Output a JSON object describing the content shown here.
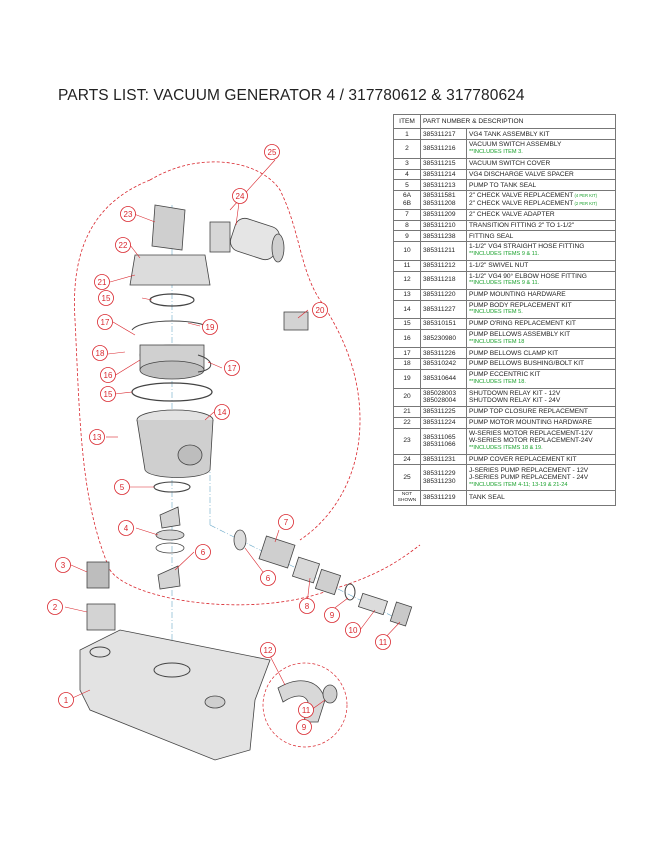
{
  "page": {
    "title": "PARTS LIST:  VACUUM GENERATOR 4 / 317780612 & 317780624"
  },
  "table": {
    "headers": {
      "item": "ITEM",
      "part": "PART NUMBER & DESCRIPTION"
    },
    "rows": [
      {
        "item": "1",
        "part_numbers": [
          "385311217"
        ],
        "descriptions": [
          "VG4 TANK ASSEMBLY KIT"
        ],
        "note": ""
      },
      {
        "item": "2",
        "part_numbers": [
          "385311216"
        ],
        "descriptions": [
          "VACUUM SWITCH ASSEMBLY"
        ],
        "note": "**INCLUDES ITEM 3."
      },
      {
        "item": "3",
        "part_numbers": [
          "385311215"
        ],
        "descriptions": [
          "VACUUM SWITCH COVER"
        ],
        "note": ""
      },
      {
        "item": "4",
        "part_numbers": [
          "385311214"
        ],
        "descriptions": [
          "VG4 DISCHARGE VALVE SPACER"
        ],
        "note": ""
      },
      {
        "item": "5",
        "part_numbers": [
          "385311213"
        ],
        "descriptions": [
          "PUMP TO TANK SEAL"
        ],
        "note": ""
      },
      {
        "item": "6A\n6B",
        "part_numbers": [
          "385311581",
          "385311208"
        ],
        "descriptions": [
          "2\" CHECK VALVE REPLACEMENT",
          "2\" CHECK VALVE REPLACEMENT"
        ],
        "side_notes": [
          "(4 PER KIT)",
          "(2 PER KIT)"
        ],
        "note": ""
      },
      {
        "item": "7",
        "part_numbers": [
          "385311209"
        ],
        "descriptions": [
          "2\" CHECK VALVE ADAPTER"
        ],
        "note": ""
      },
      {
        "item": "8",
        "part_numbers": [
          "385311210"
        ],
        "descriptions": [
          "TRANSITION FITTING 2\" TO 1-1/2\""
        ],
        "note": ""
      },
      {
        "item": "9",
        "part_numbers": [
          "385311238"
        ],
        "descriptions": [
          "FITTING SEAL"
        ],
        "note": ""
      },
      {
        "item": "10",
        "part_numbers": [
          "385311211"
        ],
        "descriptions": [
          "1-1/2\" VG4 STRAIGHT HOSE FITTING"
        ],
        "note": "**INCLUDES ITEMS 9 & 11."
      },
      {
        "item": "11",
        "part_numbers": [
          "385311212"
        ],
        "descriptions": [
          "1-1/2\" SWIVEL NUT"
        ],
        "note": ""
      },
      {
        "item": "12",
        "part_numbers": [
          "385311218"
        ],
        "descriptions": [
          "1-1/2\" VG4 90° ELBOW HOSE FITTING"
        ],
        "note": "**INCLUDES ITEMS 9 & 11."
      },
      {
        "item": "13",
        "part_numbers": [
          "385311220"
        ],
        "descriptions": [
          "PUMP MOUNTING HARDWARE"
        ],
        "note": ""
      },
      {
        "item": "14",
        "part_numbers": [
          "385311227"
        ],
        "descriptions": [
          "PUMP BODY REPLACEMENT KIT"
        ],
        "note": "**INCLUDES ITEM 5."
      },
      {
        "item": "15",
        "part_numbers": [
          "385310151"
        ],
        "descriptions": [
          "PUMP O'RING REPLACEMENT KIT"
        ],
        "note": ""
      },
      {
        "item": "16",
        "part_numbers": [
          "385230980"
        ],
        "descriptions": [
          "PUMP BELLOWS ASSEMBLY KIT"
        ],
        "note": "**INCLUDES ITEM 18"
      },
      {
        "item": "17",
        "part_numbers": [
          "385311226"
        ],
        "descriptions": [
          "PUMP BELLOWS CLAMP KIT"
        ],
        "note": ""
      },
      {
        "item": "18",
        "part_numbers": [
          "385310242"
        ],
        "descriptions": [
          "PUMP BELLOWS BUSHING/BOLT KIT"
        ],
        "note": ""
      },
      {
        "item": "19",
        "part_numbers": [
          "385310644"
        ],
        "descriptions": [
          "PUMP ECCENTRIC KIT"
        ],
        "note": "**INCLUDES ITEM 18."
      },
      {
        "item": "20",
        "part_numbers": [
          "385028003",
          "385028004"
        ],
        "descriptions": [
          "SHUTDOWN RELAY KIT - 12V",
          "SHUTDOWN RELAY KIT - 24V"
        ],
        "note": ""
      },
      {
        "item": "21",
        "part_numbers": [
          "385311225"
        ],
        "descriptions": [
          "PUMP TOP CLOSURE REPLACEMENT"
        ],
        "note": ""
      },
      {
        "item": "22",
        "part_numbers": [
          "385311224"
        ],
        "descriptions": [
          "PUMP MOTOR MOUNTING HARDWARE"
        ],
        "note": ""
      },
      {
        "item": "23",
        "part_numbers": [
          "385311065",
          "385311066"
        ],
        "descriptions": [
          "W-SERIES MOTOR REPLACEMENT-12V",
          "W-SERIES MOTOR REPLACEMENT-24V"
        ],
        "note": "**INCLUDES ITEMS 18 & 19."
      },
      {
        "item": "24",
        "part_numbers": [
          "385311231"
        ],
        "descriptions": [
          "PUMP COVER REPLACEMENT KIT"
        ],
        "note": ""
      },
      {
        "item": "25",
        "part_numbers": [
          "385311229",
          "385311230"
        ],
        "descriptions": [
          "J-SERIES PUMP REPLACEMENT - 12V",
          "J-SERIES PUMP REPLACEMENT - 24V"
        ],
        "note": "**INCLUDES ITEM 4-11; 13-19 & 21-24"
      },
      {
        "item": "NOT\nSHOWN",
        "part_numbers": [
          "385311219"
        ],
        "descriptions": [
          "TANK SEAL"
        ],
        "note": "",
        "small_item": true
      }
    ]
  },
  "diagram": {
    "callouts": [
      "1",
      "2",
      "3",
      "4",
      "5",
      "6",
      "6",
      "7",
      "8",
      "9",
      "9",
      "10",
      "11",
      "11",
      "12",
      "13",
      "14",
      "15",
      "15",
      "16",
      "17",
      "17",
      "18",
      "19",
      "20",
      "21",
      "22",
      "23",
      "24",
      "25"
    ]
  },
  "colors": {
    "callout_red": "#d9272e",
    "note_green": "#17a02a",
    "line_gray": "#8a8a8a"
  }
}
